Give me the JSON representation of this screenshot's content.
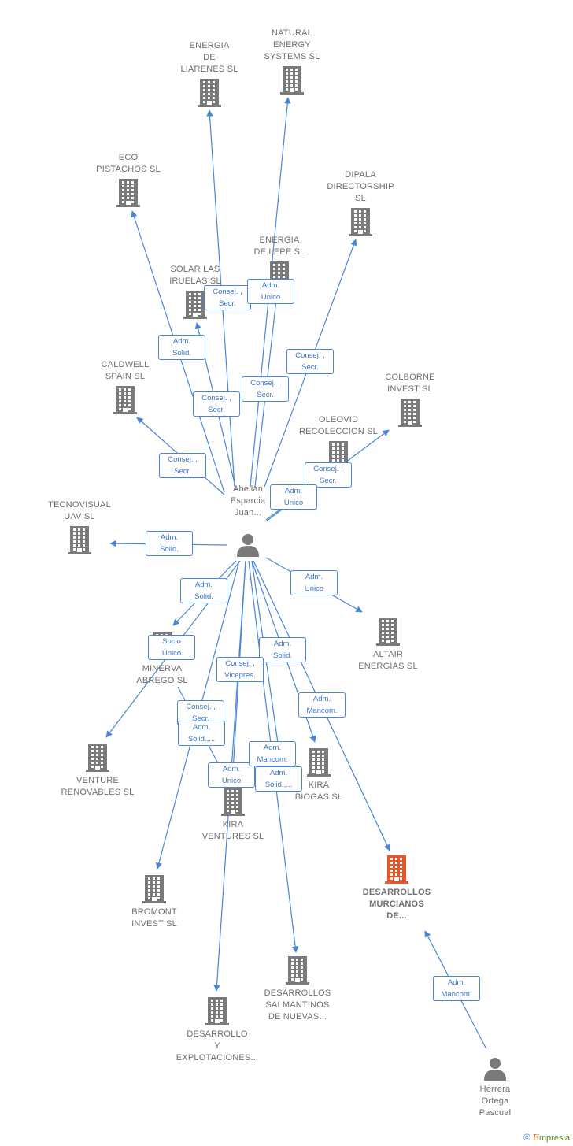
{
  "colors": {
    "edge": "#4a86d6",
    "building": "#7a7a7a",
    "building_focus": "#e8572a",
    "person": "#7a7a7a"
  },
  "nodes": [
    {
      "id": "energia-liarenes",
      "label": "ENERGIA\nDE\nLIARENES  SL",
      "icon": "building-icon"
    },
    {
      "id": "natural-energy",
      "label": "NATURAL\nENERGY\nSYSTEMS SL",
      "icon": "building-icon"
    },
    {
      "id": "eco-pistachos",
      "label": "ECO\nPISTACHOS  SL",
      "icon": "building-icon"
    },
    {
      "id": "dipala",
      "label": "DIPALA\nDIRECTORSHIP\nSL",
      "icon": "building-icon"
    },
    {
      "id": "energia-lepe",
      "label": "ENERGIA\nDE LEPE  SL",
      "icon": "building-icon"
    },
    {
      "id": "solar-iruelas",
      "label": "SOLAR LAS\nIRUELAS  SL",
      "icon": "building-icon"
    },
    {
      "id": "caldwell",
      "label": "CALDWELL\nSPAIN  SL",
      "icon": "building-icon"
    },
    {
      "id": "colborne",
      "label": "COLBORNE\nINVEST  SL",
      "icon": "building-icon"
    },
    {
      "id": "oleovid",
      "label": "OLEOVID\nRECOLECCION SL",
      "icon": "building-icon"
    },
    {
      "id": "tecnovisual",
      "label": "TECNOVISUAL\nUAV  SL",
      "icon": "building-icon"
    },
    {
      "id": "abellan",
      "label": "Abellan\nEsparcia\nJuan...",
      "icon": "person-icon"
    },
    {
      "id": "altair",
      "label": "ALTAIR\nENERGIAS SL",
      "icon": "building-icon"
    },
    {
      "id": "minerva",
      "label": "MINERVA\nABREGO  SL",
      "icon": "building-icon"
    },
    {
      "id": "venture",
      "label": "VENTURE\nRENOVABLES SL",
      "icon": "building-icon"
    },
    {
      "id": "kira-biogas",
      "label": "KIRA\nBIOGAS  SL",
      "icon": "building-icon"
    },
    {
      "id": "kira-ventures",
      "label": "KIRA\nVENTURES  SL",
      "icon": "building-icon"
    },
    {
      "id": "desarrollos-murcianos",
      "label": "DESARROLLOS\nMURCIANOS\nDE...",
      "icon": "building-icon",
      "focus": true
    },
    {
      "id": "bromont",
      "label": "BROMONT\nINVEST  SL",
      "icon": "building-icon"
    },
    {
      "id": "desarrollos-salmantinos",
      "label": "DESARROLLOS\nSALMANTINOS\nDE NUEVAS...",
      "icon": "building-icon"
    },
    {
      "id": "desarrollo-explotaciones",
      "label": "DESARROLLO\nY\nEXPLOTACIONES...",
      "icon": "building-icon"
    },
    {
      "id": "herrera",
      "label": "Herrera\nOrtega\nPascual",
      "icon": "person-icon"
    }
  ],
  "edges": [
    {
      "from": "abellan",
      "to": "energia-liarenes",
      "label": "Consej. ,\nSecr."
    },
    {
      "from": "abellan",
      "to": "natural-energy",
      "label": "Adm.\nUnico"
    },
    {
      "from": "abellan",
      "to": "eco-pistachos",
      "label": "Adm.\nSolid."
    },
    {
      "from": "abellan",
      "to": "dipala",
      "label": "Consej. ,\nSecr."
    },
    {
      "from": "abellan",
      "to": "energia-lepe",
      "label": "Consej. ,\nSecr."
    },
    {
      "from": "abellan",
      "to": "solar-iruelas",
      "label": "Consej. ,\nSecr."
    },
    {
      "from": "abellan",
      "to": "caldwell",
      "label": "Consej. ,\nSecr."
    },
    {
      "from": "abellan",
      "to": "colborne",
      "label": "Consej. ,\nSecr."
    },
    {
      "from": "abellan",
      "to": "oleovid",
      "label": "Adm.\nUnico"
    },
    {
      "from": "abellan",
      "to": "tecnovisual",
      "label": "Adm.\nSolid."
    },
    {
      "from": "abellan",
      "to": "altair",
      "label": "Adm.\nUnico"
    },
    {
      "from": "abellan",
      "to": "minerva",
      "label": "Adm.\nSolid."
    },
    {
      "from": "abellan",
      "to": "venture",
      "label": "Socio\nÚnico"
    },
    {
      "from": "abellan",
      "to": "kira-biogas",
      "label": "Adm.\nSolid."
    },
    {
      "from": "abellan",
      "to": "kira-ventures",
      "label": "Adm.\nUnico"
    },
    {
      "from": "abellan",
      "to": "desarrollos-murcianos",
      "label": "Adm.\nMancom."
    },
    {
      "from": "abellan",
      "to": "bromont",
      "label": "Consej. ,\nSecr."
    },
    {
      "from": "abellan",
      "to": "desarrollos-salmantinos",
      "label": "Adm.\nMancom."
    },
    {
      "from": "abellan",
      "to": "desarrollo-explotaciones",
      "label": "Consej. ,\nVicepres."
    },
    {
      "from": "herrera",
      "to": "desarrollos-murcianos",
      "label": "Adm.\nMancom."
    },
    {
      "from": "abellan",
      "to": "minerva",
      "label": "Adm.\nSolid.,..."
    },
    {
      "from": "abellan",
      "to": "kira-ventures",
      "label": "Adm.\nSolid.,..."
    }
  ],
  "footer": {
    "copyright": "©",
    "brand_first": "E",
    "brand_rest": "mpresia"
  }
}
